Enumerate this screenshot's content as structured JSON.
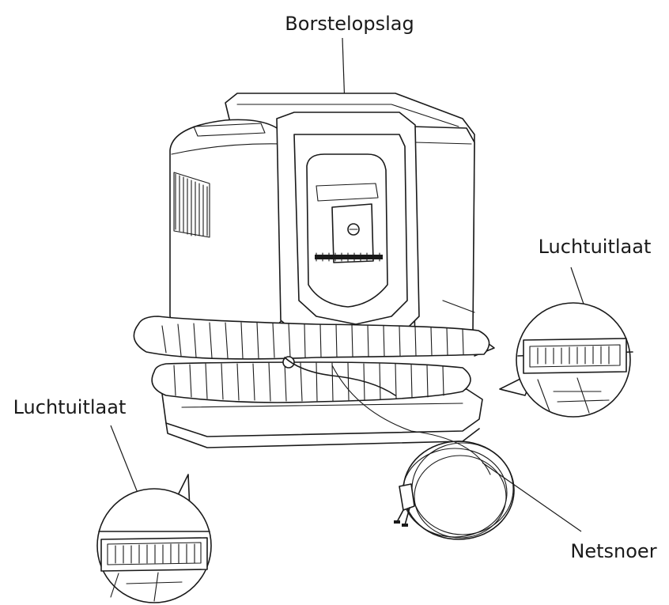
{
  "labels": {
    "top": "Borstelopslag",
    "right": "Luchtuitlaat",
    "left": "Luchtuitlaat",
    "bottom_right": "Netsnoer"
  },
  "colors": {
    "line": "#1a1a1a",
    "background": "#ffffff"
  }
}
